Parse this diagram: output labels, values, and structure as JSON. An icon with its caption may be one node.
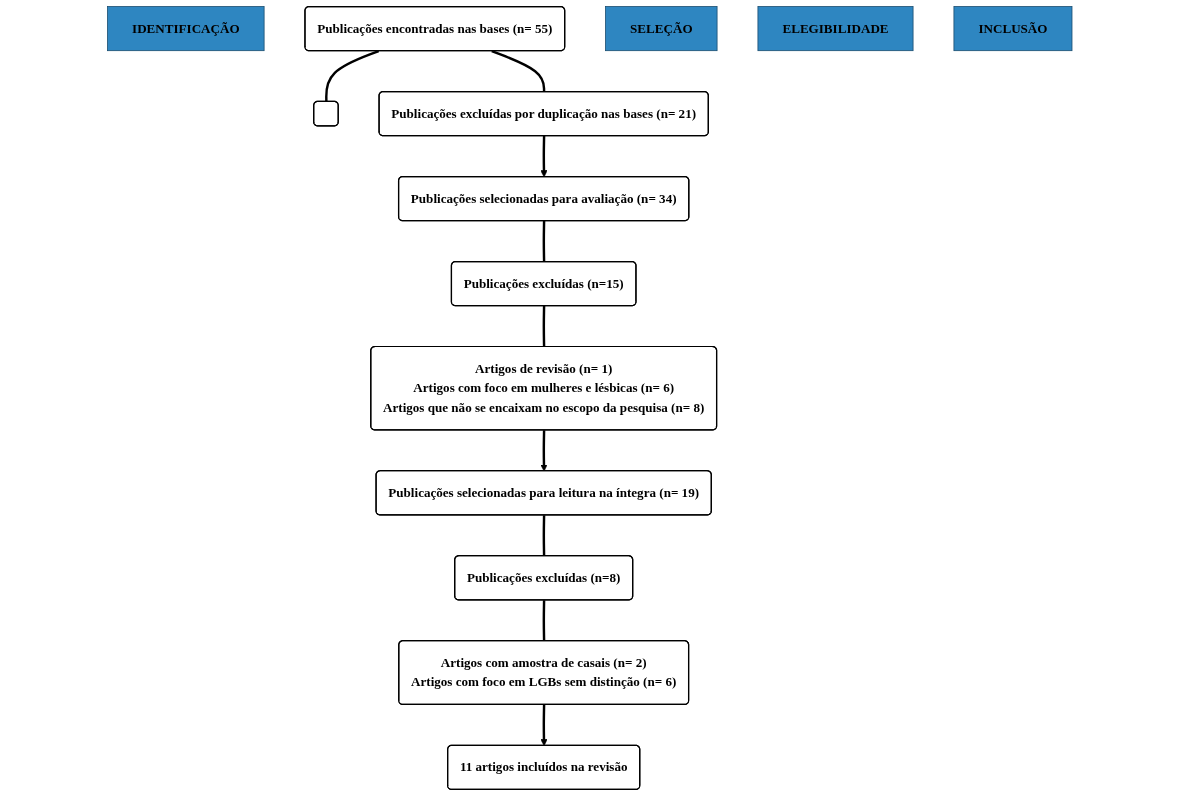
{
  "diagram": {
    "nodes": [
      {
        "text": [
          "IDENTIFICAÇÃO"
        ]
      },
      {
        "text": [
          "Publicações encontradas nas bases (n= 55)"
        ]
      },
      {
        "text": [],
        "shape": "box"
      },
      {
        "text": [
          "Publicações excluídas por duplicação nas bases (n= 21)"
        ]
      },
      {
        "text": [
          "SELEÇÃO"
        ]
      },
      {
        "text": [
          "Publicações selecionadas para avaliação (n= 34)"
        ]
      },
      {
        "text": [
          "Publicações excluídas (n=15)"
        ]
      },
      {
        "text": [
          "Artigos de revisão (n= 1)",
          "Artigos com foco em mulheres e lésbicas (n= 6)",
          "Artigos que não se encaixam no escopo da pesquisa (n= 8)"
        ]
      },
      {
        "text": [
          "ELEGIBILIDADE"
        ]
      },
      {
        "text": [
          "Publicações selecionadas para leitura na íntegra (n= 19)"
        ]
      },
      {
        "text": [
          "Publicações excluídas (n=8)"
        ]
      },
      {
        "text": [
          "Artigos com amostra de casais (n= 2)",
          "Artigos com foco em LGBs sem distinção (n= 6)"
        ]
      },
      {
        "text": [
          "INCLUSÃO"
        ]
      },
      {
        "text": [
          "11 artigos incluídos na revisão"
        ]
      }
    ],
    "edges": [
      {
        "from": 1,
        "to": 2,
        "arrow": "none"
      },
      {
        "from": 1,
        "to": 3,
        "arrow": "none"
      },
      {
        "from": 3,
        "to": 5,
        "arrow": "to"
      },
      {
        "from": 5,
        "to": 6,
        "arrow": "none"
      },
      {
        "from": 6,
        "to": 7,
        "arrow": "none"
      },
      {
        "from": 7,
        "to": 9,
        "arrow": "to"
      },
      {
        "from": 9,
        "to": 10,
        "arrow": "none"
      },
      {
        "from": 10,
        "to": 11,
        "arrow": "none"
      },
      {
        "from": 11,
        "to": 13,
        "arrow": "to"
      }
    ]
  }
}
